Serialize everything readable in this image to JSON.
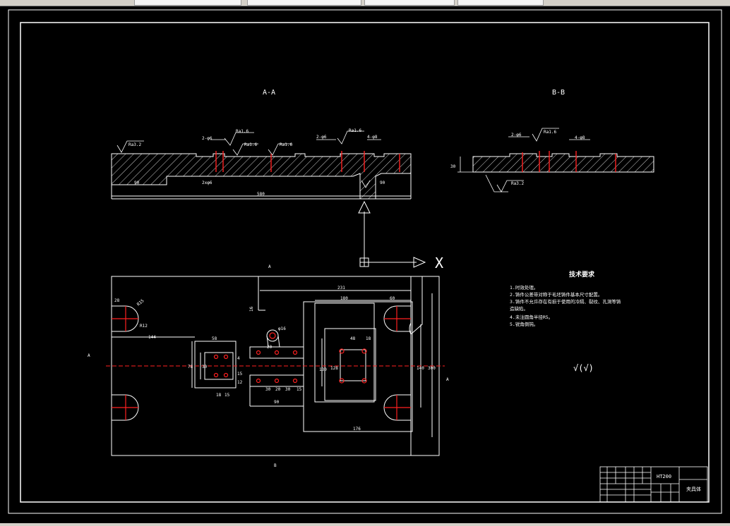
{
  "views": {
    "section_aa": "A-A",
    "section_bb": "B-B",
    "marker_a_top": "A",
    "marker_a_left": "A",
    "marker_a_right": "A",
    "marker_b_bottom": "B"
  },
  "axis": {
    "x_label": "X"
  },
  "dims_aa": {
    "ra_left": "Ra3.2",
    "ra_mid1": "Ra1.6",
    "ra_mid2": "Ra1.6",
    "ra_mid3": "Ra1.6",
    "ra_right": "Ra1.6",
    "tol_left": "2-φ6",
    "tol_right": "2-φ6",
    "c_right": "4-φ8",
    "d_left": "90",
    "d_hole": "2xφ6",
    "d_right": "90",
    "d_total": "580"
  },
  "dims_bb": {
    "ra_top": "Ra1.6",
    "tol": "2-φ6",
    "c": "4-φ8",
    "h": "30",
    "ra_bottom": "Ra3.2"
  },
  "plan_dims": {
    "d_231": "231",
    "d_180": "180",
    "d_60": "60",
    "d_28": "28",
    "d_r15": "R15",
    "d_r12": "R12",
    "d_144": "144",
    "d_58": "58",
    "d_78": "78",
    "d_30": "30",
    "d_18": "18",
    "d_15": "15",
    "d_phi16": "φ16",
    "d_slot": "16",
    "d_20a": "20",
    "d_20b": "20",
    "d_30a": "30",
    "d_30b": "30",
    "d_90": "90",
    "d_15b": "15",
    "d_48": "48",
    "d_18b": "18",
    "d_130": "130",
    "d_140": "140",
    "d_300": "300",
    "d_176": "176",
    "d_15c": "15",
    "d_128": "128",
    "d_4": "4",
    "d_12": "12"
  },
  "notes": {
    "title": "技术要求",
    "items": [
      "1.时效处理。",
      "2.铸件公差带对称于毛坯铸件基本尺寸配置。",
      "3.铸件不允许存在有损于使用的冷隔、裂纹、孔洞等铸",
      "造缺陷。",
      "4.未注圆角半径R5。",
      "5.锐角倒钝。"
    ],
    "roughness_symbol": "√(√)"
  },
  "title_block": {
    "material": "HT200",
    "part_name": "夹具体"
  },
  "colors": {
    "line": "#ffffff",
    "centerline": "#ff2020",
    "hatch": "#d8d8d8",
    "background": "#000000"
  }
}
